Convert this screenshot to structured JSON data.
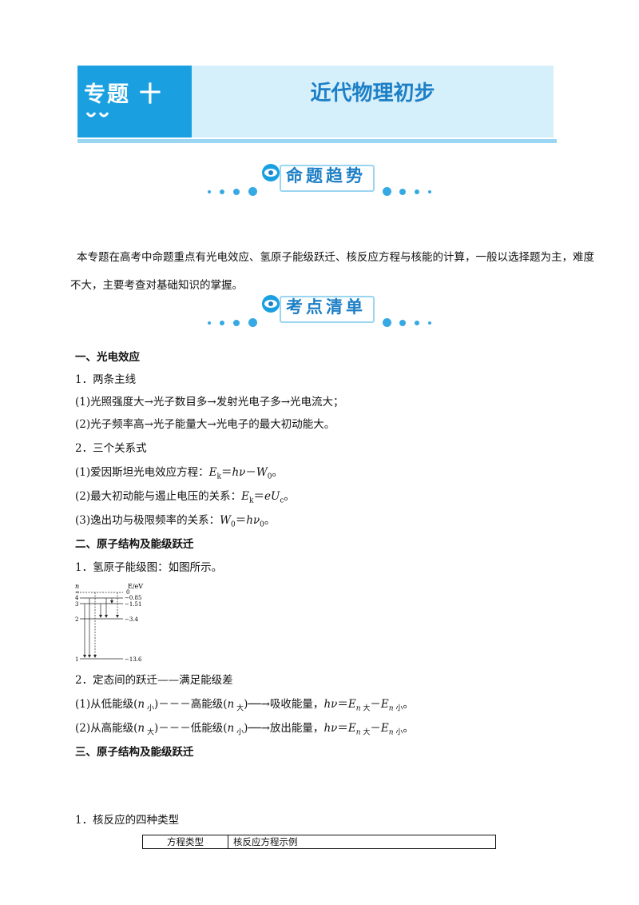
{
  "banner": {
    "label": "专题 十",
    "title": "近代物理初步"
  },
  "section1": {
    "title": "命题趋势"
  },
  "intro": "本专题在高考中命题重点有光电效应、氢原子能级跃迁、核反应方程与核能的计算，一般以选择题为主，难度不大，主要考查对基础知识的掌握。",
  "section2": {
    "title": "考点清单"
  },
  "s1": {
    "heading": "一、光电效应",
    "sub1": "1．两条主线",
    "item1": "(1)光照强度大→光子数目多→发射光电子多→光电流大；",
    "item2": "(2)光子频率高→光子能量大→光电子的最大初动能大。",
    "sub2": "2．三个关系式",
    "eq1_pre": "(1)爱因斯坦光电效应方程：",
    "eq2_pre": "(2)最大初动能与遏止电压的关系：",
    "eq3_pre": "(3)逸出功与极限频率的关系："
  },
  "s2": {
    "heading": "二、原子结构及能级跃迁",
    "sub1": "1．氢原子能级图：如图所示。",
    "sub2": "2．定态间的跃迁——满足能级差",
    "item1_a": "(1)从低能级(",
    "item1_b": ")－－－高能级(",
    "item1_c": ")──→吸收能量，",
    "item2_a": "(2)从高能级(",
    "item2_b": ")－－－低能级(",
    "item2_c": ")──→放出能量，"
  },
  "energy_diagram": {
    "axis_n": "n",
    "axis_e": "E/eV",
    "levels": [
      {
        "n": "∞",
        "e": "0"
      },
      {
        "n": "4",
        "e": "−0.85"
      },
      {
        "n": "3",
        "e": "−1.51"
      },
      {
        "n": "2",
        "e": "−3.4"
      },
      {
        "n": "1",
        "e": "−13.6"
      }
    ]
  },
  "s3": {
    "heading": "三、原子结构及能级跃迁",
    "sub1": "1．核反应的四种类型",
    "table_headers": [
      "方程类型",
      "核反应方程示例"
    ]
  }
}
